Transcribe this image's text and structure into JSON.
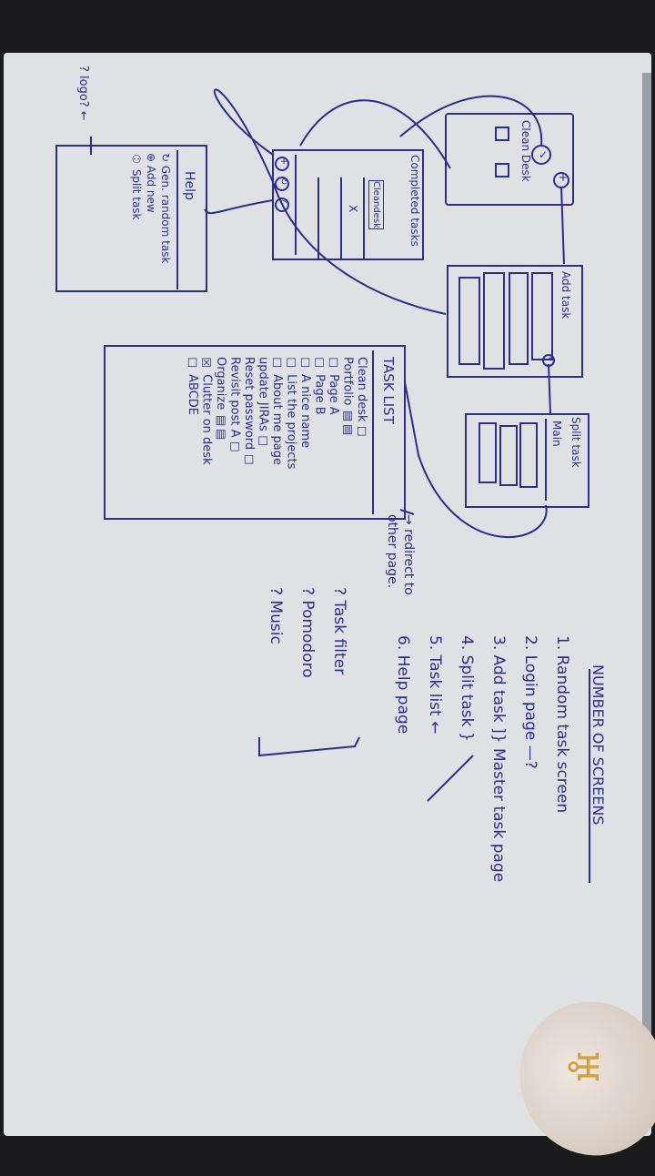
{
  "screens_list": {
    "title": "NUMBER OF SCREENS",
    "items": [
      "1. Random task screen",
      "2. Login page  —?",
      "3. Add task ]} Master task page",
      "4. Split task }",
      "5. Task list ←",
      "6. Help page"
    ],
    "extras": [
      "? Task filter",
      "? Pomodoro",
      "? Music"
    ]
  },
  "redirect_note": "→ redirect to other page.",
  "task_list_screen": {
    "title": "TASK LIST",
    "items": [
      "Clean desk ☐",
      "Portfolio ▥▥",
      "☐ Page A",
      "☐ Page B",
      "☐ A nice name",
      "☐ List the projects",
      "☐ About me page",
      "update JIRAs ☐",
      "Reset password ☐",
      "Revisit post A ☐",
      "Organize ▥▥",
      "☒ Clutter on desk",
      "☐ ABCDE"
    ]
  },
  "help_screen": {
    "title": "Help",
    "items": [
      "↻ Gen. random task",
      "⊕ Add new",
      "⚇ Split task"
    ],
    "logo_note": "? logo? ←"
  },
  "clean_desk_screen": {
    "title": "Clean Desk",
    "check": "✓",
    "plus": "+"
  },
  "completed_screen": {
    "title": "Completed tasks",
    "chip": "Cleandesk",
    "row_x": "X",
    "buttons": [
      "+",
      "↻",
      "?"
    ]
  },
  "add_task_screen": {
    "title": "Add task",
    "plus": "+"
  },
  "split_task_screen": {
    "title": "Split task",
    "subtitle": "Main"
  },
  "ink_color": "#2b2d8f"
}
